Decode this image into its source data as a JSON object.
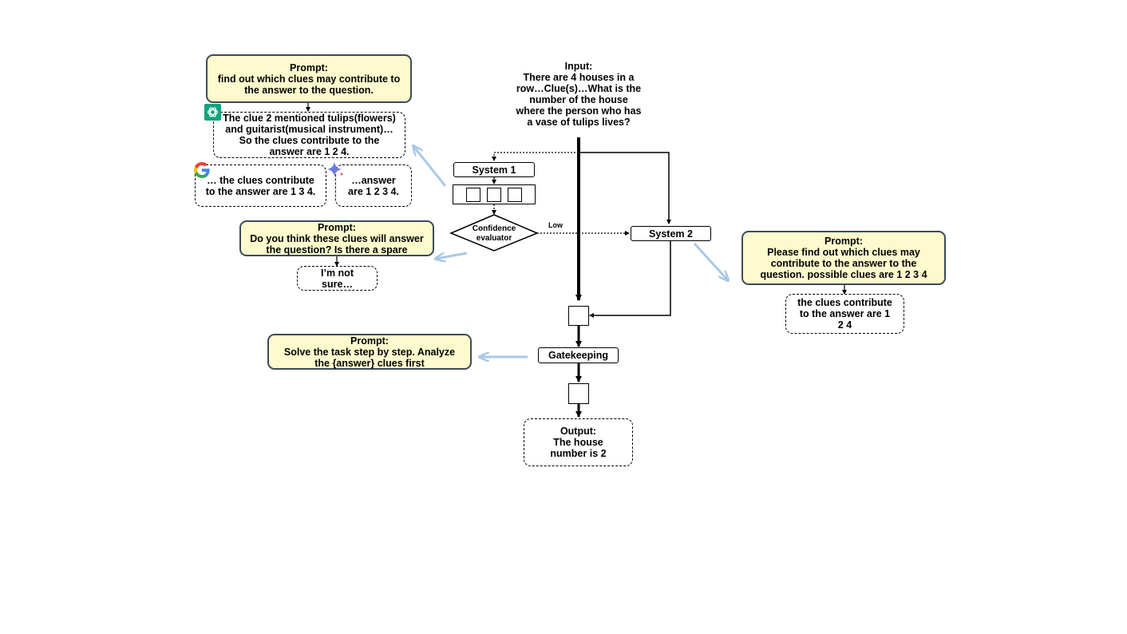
{
  "input": {
    "heading": "Input:",
    "lines": [
      "There are 4 houses in a",
      "row…Clue(s)…What is the",
      "number of the house",
      "where the person who has",
      "a vase of tulips lives?"
    ]
  },
  "system1": {
    "label": "System 1"
  },
  "confidence": {
    "lines": [
      "Confidence",
      "evaluator"
    ],
    "low_label": "Low"
  },
  "system2": {
    "label": "System 2"
  },
  "gatekeeping": {
    "label": "Gatekeeping"
  },
  "output": {
    "heading": "Output:",
    "lines": [
      "The house",
      "number is 2"
    ]
  },
  "prompt_top": {
    "heading": "Prompt:",
    "lines": [
      "find out which clues may contribute to",
      "the answer to the question."
    ]
  },
  "chatgpt_answer": {
    "icon": "chatgpt-logo-icon",
    "lines": [
      "The clue 2 mentioned tulips(flowers)",
      "and guitarist(musical instrument)…",
      "So the clues contribute to the",
      "answer are 1 2 4."
    ]
  },
  "google_answer": {
    "icon": "google-logo-icon",
    "lines": [
      "… the clues contribute",
      "to the answer are 1 3 4."
    ]
  },
  "gemini_answer": {
    "icon": "gemini-sparkle-icon",
    "lines": [
      "…answer",
      "are 1 2 3 4."
    ]
  },
  "prompt_confidence": {
    "heading": "Prompt:",
    "lines": [
      "Do you think these clues will answer",
      "the question? Is there a spare"
    ]
  },
  "not_sure": {
    "lines": [
      "I’m not",
      "sure…"
    ]
  },
  "prompt_right": {
    "heading": "Prompt:",
    "lines": [
      "Please find out which clues may",
      "contribute to the answer to the",
      "question. possible clues are 1 2 3 4"
    ]
  },
  "right_answer": {
    "lines": [
      "the clues contribute",
      "to the answer are 1",
      "2 4"
    ]
  },
  "prompt_solve": {
    "heading": "Prompt:",
    "lines": [
      "Solve the task step by step. Analyze",
      "the {answer} clues first"
    ]
  },
  "colors": {
    "prompt_fill": "#fdfbcd",
    "arrow_blue": "#a9c8e6",
    "chatgpt_green": "#10a37f"
  }
}
